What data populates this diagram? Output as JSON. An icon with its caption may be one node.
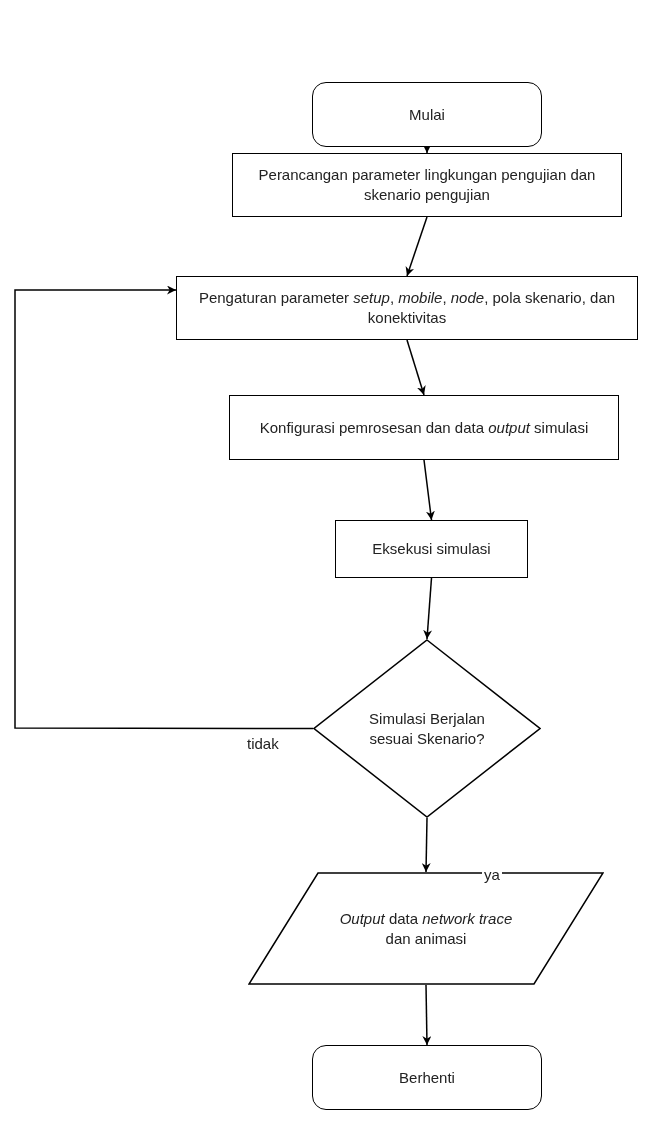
{
  "diagram": {
    "nodes": [
      {
        "text": [
          "Mulai"
        ]
      },
      {
        "text": [
          "Perancangan parameter lingkungan pengujian dan skenario pengujian"
        ]
      },
      {
        "text": [
          "Pengaturan parameter *setup*, *mobile*, *node*, pola skenario, dan konektivitas"
        ]
      },
      {
        "text": [
          "Konfigurasi pemrosesan dan data *output* simulasi"
        ]
      },
      {
        "text": [
          "Eksekusi simulasi"
        ]
      },
      {
        "text": [
          "Simulasi Berjalan sesuai Skenario?"
        ]
      },
      {
        "text": [
          "*Output* data *network trace* dan animasi"
        ]
      },
      {
        "text": [
          "Berhenti"
        ]
      }
    ],
    "edges": [
      {
        "from": 0,
        "to": 1,
        "arrow": "to"
      },
      {
        "from": 1,
        "to": 2,
        "arrow": "to"
      },
      {
        "from": 2,
        "to": 3,
        "arrow": "to"
      },
      {
        "from": 3,
        "to": 4,
        "arrow": "to"
      },
      {
        "from": 4,
        "to": 5,
        "arrow": "to"
      },
      {
        "from": 5,
        "to": 2,
        "arrow": "to",
        "label": "tidak"
      },
      {
        "from": 5,
        "to": 6,
        "arrow": "to",
        "label": "ya"
      },
      {
        "from": 6,
        "to": 7,
        "arrow": "to"
      }
    ]
  }
}
